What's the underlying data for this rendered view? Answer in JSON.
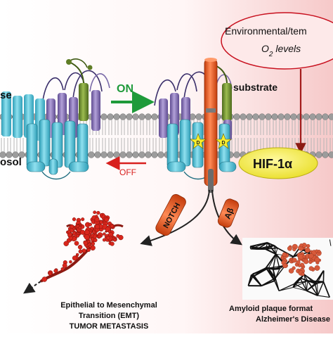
{
  "labels": {
    "cut_left_top": "se",
    "cut_left_bottom": "osol",
    "on": "ON",
    "off": "OFF",
    "substrate": "substrate",
    "presenilin_site": "D",
    "notch": "NOTCH",
    "abeta": "Aβ",
    "hif": "HIF-1α",
    "env_line1": "Environmental/tem",
    "env_line2_prefix": "O",
    "env_line2_sub": "2",
    "env_line2_suffix": " levels",
    "emt_line1": "Epithelial to Mesenchymal",
    "emt_line2": "Transition (EMT)",
    "emt_line3": "TUMOR METASTASIS",
    "amyloid_line1": "Amyloid plaque format",
    "amyloid_line2": "Alzheimer's Disease"
  },
  "colors": {
    "helix_blue": "#59c3d9",
    "helix_purple": "#8a74b8",
    "helix_green": "#6f8d2e",
    "substrate_orange": "#f0561c",
    "on_green": "#1e9a3a",
    "off_red": "#d8201e",
    "hif_yellow": "#f6ef3a",
    "env_red": "#c8101e",
    "tumor_red": "#d9261c",
    "amyloid_orange": "#d85a3a",
    "membrane_head": "#9a9a9a"
  }
}
